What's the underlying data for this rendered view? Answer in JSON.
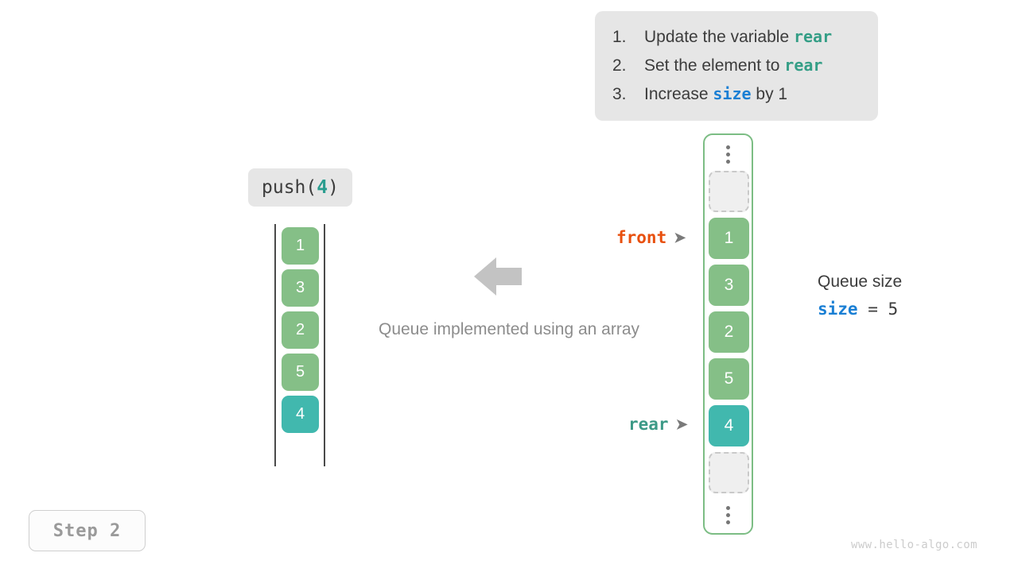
{
  "instructions": {
    "items": [
      {
        "num": "1.",
        "pre": "Update the variable ",
        "code": "rear",
        "code_kind": "rear",
        "post": ""
      },
      {
        "num": "2.",
        "pre": "Set the element to ",
        "code": "rear",
        "code_kind": "rear",
        "post": ""
      },
      {
        "num": "3.",
        "pre": "Increase ",
        "code": "size",
        "code_kind": "size",
        "post": " by 1"
      }
    ]
  },
  "operation": {
    "name": "push(",
    "arg": "4",
    "close": ")"
  },
  "left_column": {
    "cells": [
      {
        "value": "1",
        "color": "green"
      },
      {
        "value": "3",
        "color": "green"
      },
      {
        "value": "2",
        "color": "green"
      },
      {
        "value": "5",
        "color": "green"
      },
      {
        "value": "4",
        "color": "teal"
      }
    ]
  },
  "right_column": {
    "slots": [
      {
        "kind": "ellipsis",
        "value": ""
      },
      {
        "kind": "empty",
        "value": ""
      },
      {
        "kind": "filled",
        "value": "1",
        "color": "green"
      },
      {
        "kind": "filled",
        "value": "3",
        "color": "green"
      },
      {
        "kind": "filled",
        "value": "2",
        "color": "green"
      },
      {
        "kind": "filled",
        "value": "5",
        "color": "green"
      },
      {
        "kind": "filled",
        "value": "4",
        "color": "teal"
      },
      {
        "kind": "empty",
        "value": ""
      },
      {
        "kind": "ellipsis",
        "value": ""
      }
    ]
  },
  "pointers": {
    "front": {
      "label": "front",
      "arrow": "➤",
      "color": "#e8500f"
    },
    "rear": {
      "label": "rear",
      "arrow": "➤",
      "color": "#3d9a87"
    }
  },
  "caption": "Queue implemented using an array",
  "size_readout": {
    "title": "Queue size",
    "var": "size",
    "operator": " = ",
    "value": "5"
  },
  "step_badge": "Step 2",
  "watermark": "www.hello-algo.com",
  "colors": {
    "green": "#85bf87",
    "teal": "#41b8ae",
    "rear_keyword": "#349e86",
    "size_keyword": "#1a7fd4",
    "front_label": "#e8500f",
    "rear_label": "#3d9a87",
    "callout_bg": "#e6e6e6",
    "array_border": "#7cbd84",
    "arrow_gray": "#c3c3c3",
    "caption_gray": "#8c8c8c"
  }
}
